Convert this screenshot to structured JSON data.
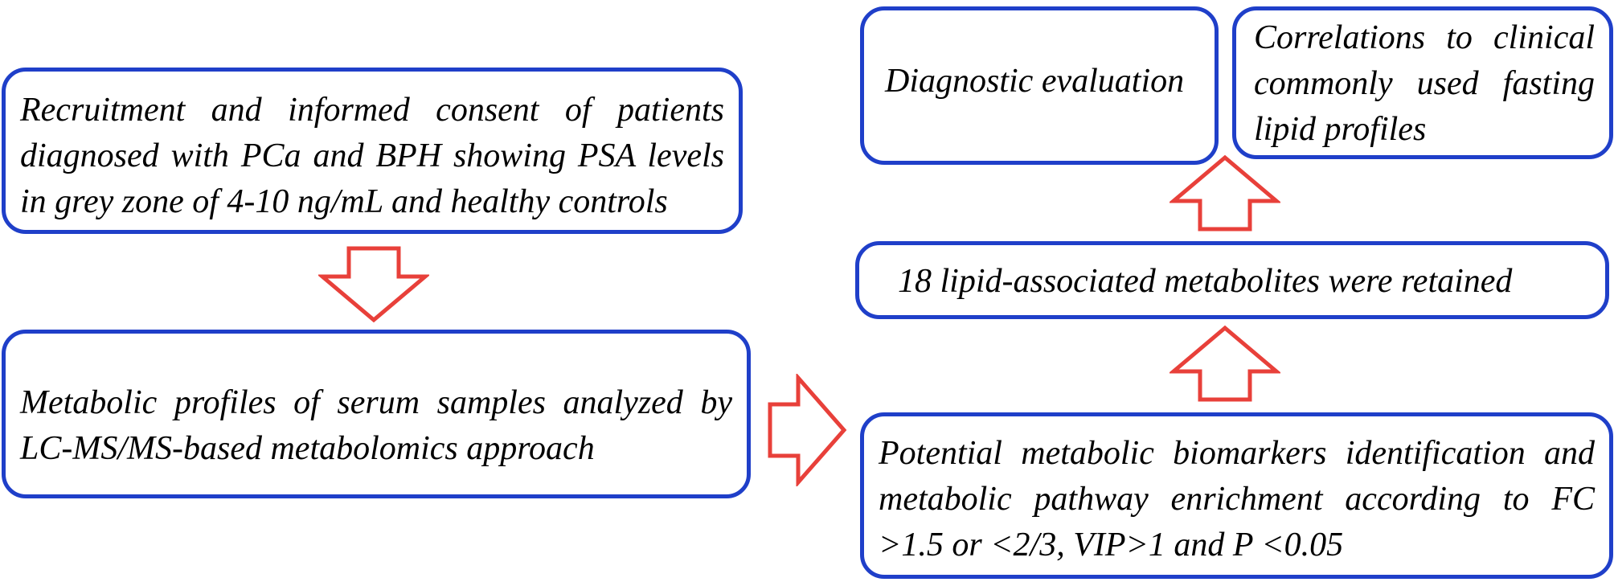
{
  "boxes": {
    "recruitment": "Recruitment and informed consent of patients diagnosed with PCa and BPH showing PSA levels in grey zone of 4-10 ng/mL and healthy controls",
    "metabolic_profiles": "Metabolic profiles of serum samples analyzed by LC-MS/MS-based metabolomics approach",
    "potential_biomarkers": "Potential metabolic biomarkers identification and metabolic pathway enrichment according to FC >1.5 or <2/3, VIP>1 and P <0.05",
    "lipid_metabolites": "18 lipid-associated metabolites were retained",
    "diagnostic_evaluation": "Diagnostic evaluation",
    "correlations": "Correlations to clinical commonly used fasting lipid profiles"
  },
  "colors": {
    "box_border": "#1f3fc9",
    "arrow_stroke": "#e8403a",
    "arrow_fill": "#ffffff",
    "text": "#000000"
  },
  "icons": {
    "arrow_down": "hollow-arrow-down-icon",
    "arrow_right": "hollow-arrow-right-icon",
    "arrow_up": "hollow-arrow-up-icon"
  }
}
